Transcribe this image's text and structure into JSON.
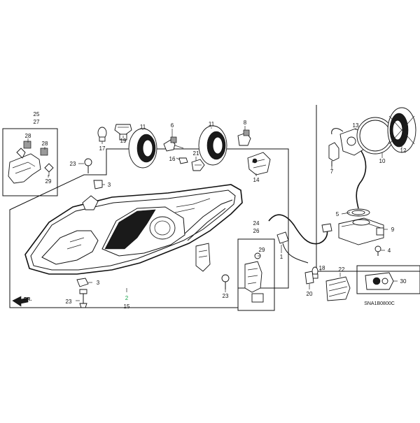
{
  "diagram": {
    "code": "SNA1B0800C",
    "front_label": "FR.",
    "highlight_color": "#16a34a",
    "callouts": [
      {
        "id": "c25",
        "text": "25"
      },
      {
        "id": "c27",
        "text": "27"
      },
      {
        "id": "c28a",
        "text": "28"
      },
      {
        "id": "c28b",
        "text": "28"
      },
      {
        "id": "c29a",
        "text": "29"
      },
      {
        "id": "c17",
        "text": "17"
      },
      {
        "id": "c19",
        "text": "19"
      },
      {
        "id": "c11a",
        "text": "11"
      },
      {
        "id": "c6",
        "text": "6"
      },
      {
        "id": "c16",
        "text": "16"
      },
      {
        "id": "c21",
        "text": "21"
      },
      {
        "id": "c11b",
        "text": "11"
      },
      {
        "id": "c8",
        "text": "8"
      },
      {
        "id": "c14",
        "text": "14"
      },
      {
        "id": "c23a",
        "text": "23"
      },
      {
        "id": "c3a",
        "text": "3"
      },
      {
        "id": "c13",
        "text": "13"
      },
      {
        "id": "c10",
        "text": "10"
      },
      {
        "id": "c12",
        "text": "12"
      },
      {
        "id": "c7",
        "text": "7"
      },
      {
        "id": "c5",
        "text": "5"
      },
      {
        "id": "c9",
        "text": "9"
      },
      {
        "id": "c4",
        "text": "4"
      },
      {
        "id": "c24",
        "text": "24"
      },
      {
        "id": "c26",
        "text": "26"
      },
      {
        "id": "c1",
        "text": "1"
      },
      {
        "id": "c29b",
        "text": "29"
      },
      {
        "id": "c18",
        "text": "18"
      },
      {
        "id": "c22",
        "text": "22"
      },
      {
        "id": "c30",
        "text": "30"
      },
      {
        "id": "c20",
        "text": "20"
      },
      {
        "id": "c3b",
        "text": "3"
      },
      {
        "id": "c23b",
        "text": "23"
      },
      {
        "id": "c2",
        "text": "2"
      },
      {
        "id": "c15",
        "text": "15"
      },
      {
        "id": "c23c",
        "text": "23"
      }
    ]
  }
}
